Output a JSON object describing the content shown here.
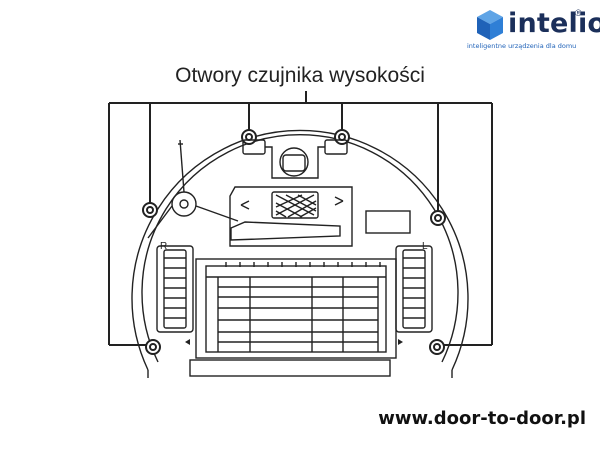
{
  "logo": {
    "name": "intelio",
    "tagline": "inteligentne urządzenia dla domu",
    "registered_mark": "®"
  },
  "diagram": {
    "title": "Otwory czujnika wysokości",
    "labels": {
      "right_wheel": "R",
      "left_wheel": "L"
    }
  },
  "footer": {
    "website": "www.door-to-door.pl"
  },
  "colors": {
    "logo_blue": "#1f62b8",
    "logo_dark": "#1b2f5a",
    "line_drawing": "#222222"
  }
}
